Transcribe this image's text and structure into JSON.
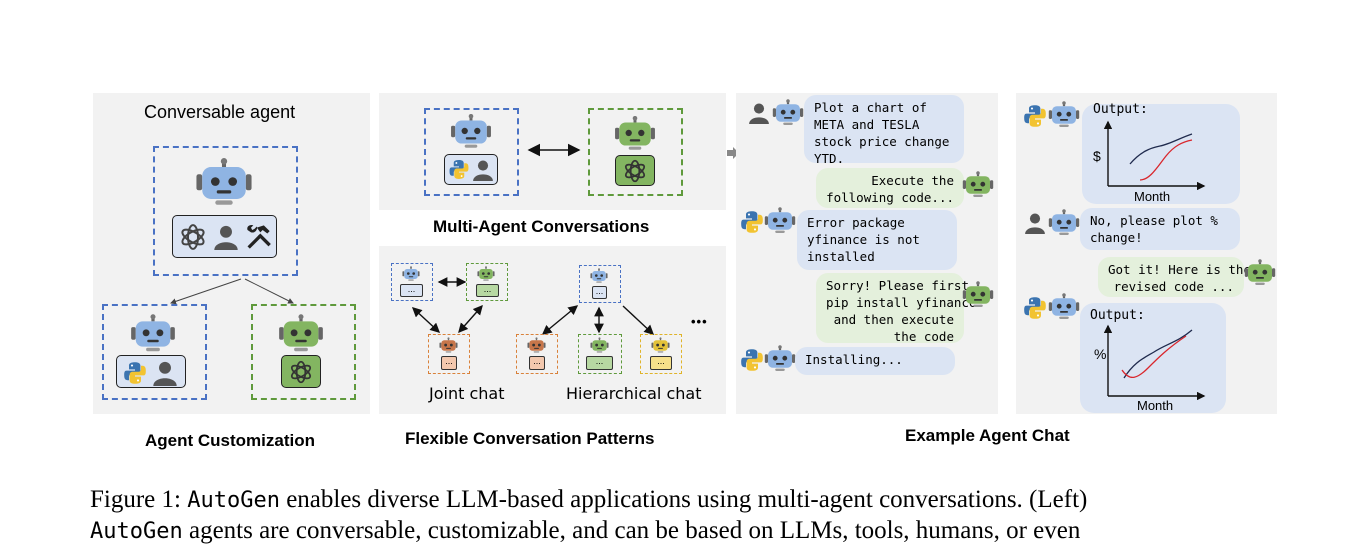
{
  "panels": {
    "customization": {
      "title": "Conversable agent",
      "label": "Agent Customization"
    },
    "multi_agent": {
      "label": "Multi-Agent Conversations"
    },
    "patterns": {
      "joint_label": "Joint chat",
      "hierarchical_label": "Hierarchical chat",
      "ellipsis": "•••",
      "label": "Flexible Conversation Patterns",
      "box_text": "..."
    },
    "chat": {
      "label": "Example Agent Chat",
      "messages": [
        "Plot a chart of\nMETA and TESLA\nstock price change\nYTD.",
        "Execute the\nfollowing code...",
        "Error package\nyfinance is not\ninstalled",
        "Sorry! Please first\npip install yfinance\nand then execute\nthe code",
        "Installing...",
        "No, please plot %\nchange!",
        "Got it! Here is the\nrevised code ..."
      ],
      "plot1": {
        "title": "Output:",
        "ylabel": "$",
        "xlabel": "Month"
      },
      "plot2": {
        "title": "Output:",
        "ylabel": "%",
        "xlabel": "Month"
      }
    }
  },
  "caption": {
    "line1_a": "Figure 1: ",
    "line1_code": "AutoGen",
    "line1_b": " enables diverse LLM-based applications using multi-agent conversations. (Left)",
    "line2_code": "AutoGen",
    "line2_b": " agents are conversable, customizable, and can be based on LLMs, tools, humans, or even"
  },
  "colors": {
    "robot_blue": "#8fb4e3",
    "robot_green": "#83b561",
    "robot_orange": "#c7764a",
    "robot_yellow": "#e3c23a",
    "line_red": "#d9262c",
    "line_navy": "#1f2a4d"
  }
}
